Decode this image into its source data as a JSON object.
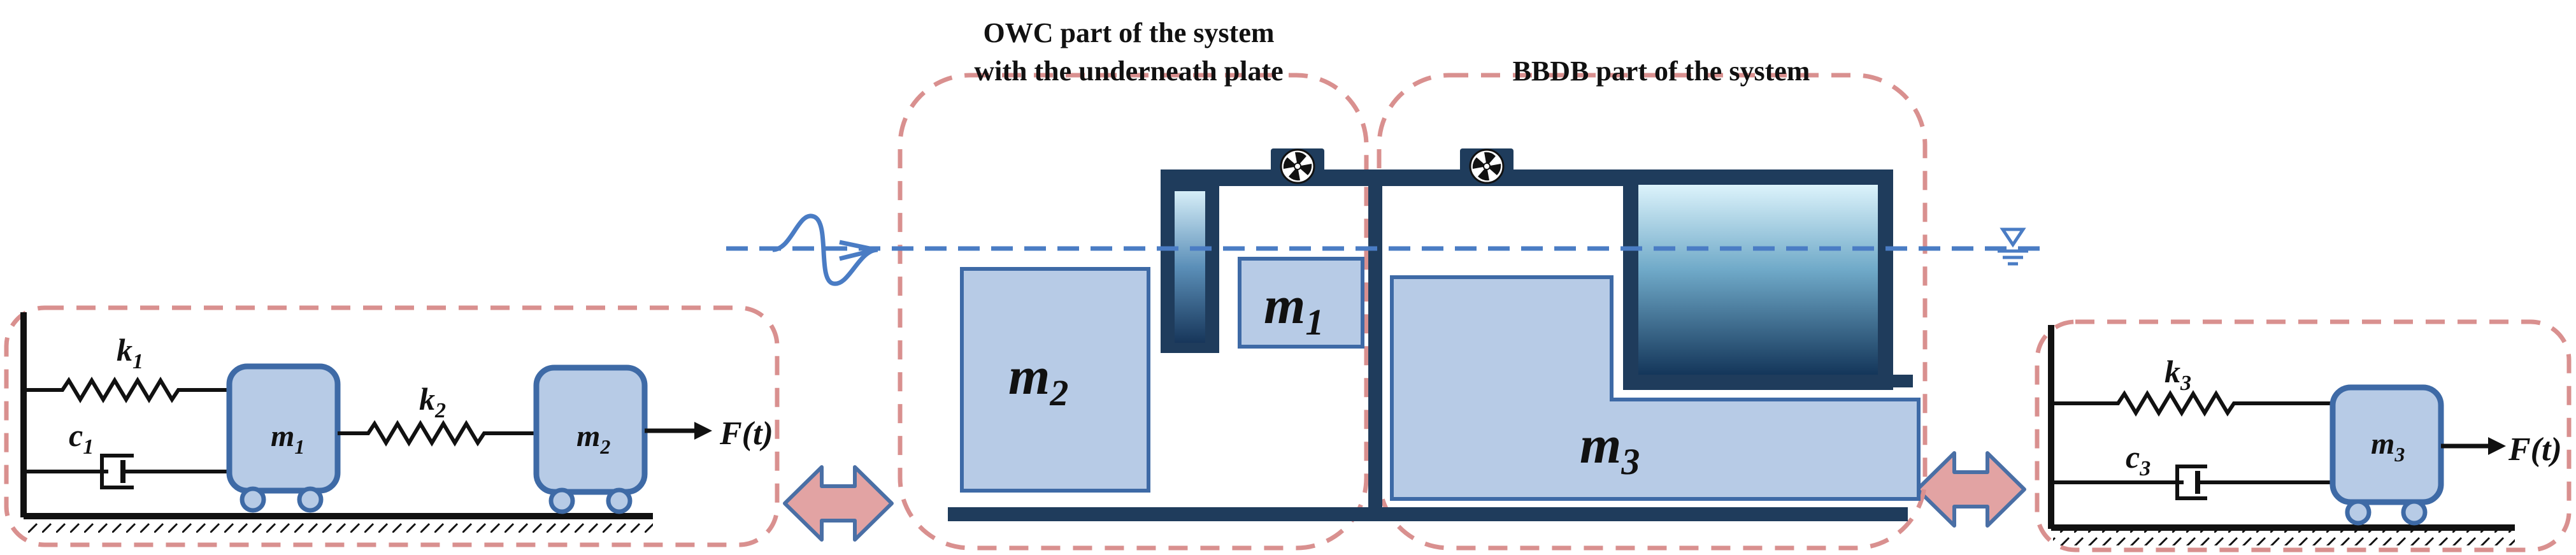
{
  "titles": {
    "owc_line1": "OWC part of the system",
    "owc_line2": "with the underneath plate",
    "bbdb": "BBDB part of the system"
  },
  "symbols": {
    "k": "k",
    "c": "c",
    "m": "m",
    "sub1": "1",
    "sub2": "2",
    "sub3": "3",
    "force": "F(t)"
  },
  "colors": {
    "dashed_box": "#d9908f",
    "mass_fill": "#b7cbe6",
    "mass_stroke": "#3e6aa6",
    "structure": "#1f3c5c",
    "water_line": "#4a7cc4",
    "arrow_fill": "#e2a3a3",
    "arrow_stroke": "#4a6fa5"
  },
  "icons": [
    "turbine-icon",
    "water-level-icon",
    "wave-icon"
  ]
}
